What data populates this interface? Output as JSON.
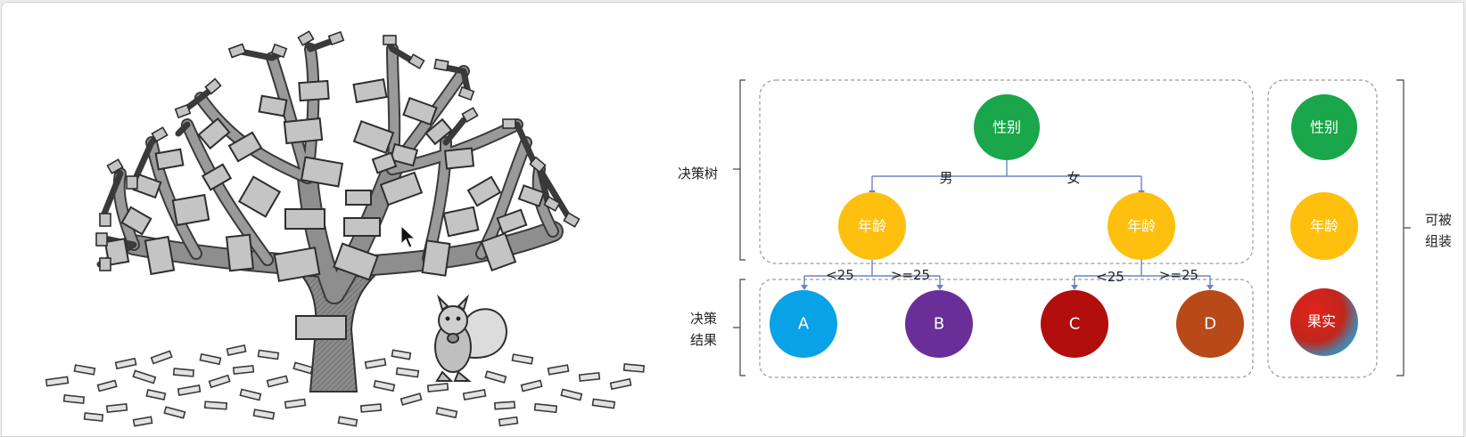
{
  "colors": {
    "green": "#1aa64a",
    "yellow": "#ffbf0e",
    "blue": "#0aa2e6",
    "purple": "#6a2e99",
    "darkred": "#b20e0e",
    "orange": "#b84a1a",
    "edge": "#6a84c2"
  },
  "illustration": {
    "tree": "tree-illustration",
    "squirrel": "squirrel-icon"
  },
  "labels": {
    "decision_tree": "决策树",
    "decision_result_1": "决策",
    "decision_result_2": "结果",
    "assemble_1": "可被",
    "assemble_2": "组装"
  },
  "tree": {
    "root": "性别",
    "branch_left": "男",
    "branch_right": "女",
    "left_child": "年龄",
    "right_child": "年龄",
    "lt25_a": "<25",
    "ge25_a": ">=25",
    "lt25_b": "<25",
    "ge25_b": ">=25",
    "leaves": [
      "A",
      "B",
      "C",
      "D"
    ]
  },
  "legend": {
    "gender": "性别",
    "age": "年龄",
    "fruit": "果实"
  }
}
